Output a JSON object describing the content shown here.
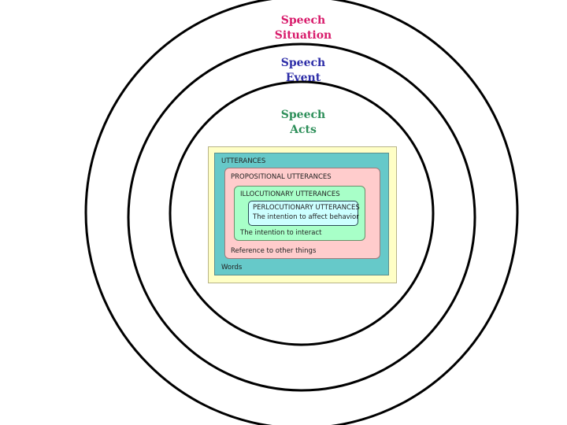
{
  "diagram": {
    "colors": {
      "ring_stroke": "#000000",
      "situation": "#d81b6b",
      "event": "#2e2ea8",
      "acts": "#2e8f5a",
      "outer_box": "#ffffc6",
      "utterances": "#66c9c9",
      "propositional": "#ffcccc",
      "illocutionary": "#a8ffc8",
      "perlocutionary": "#ccffff"
    },
    "rings": [
      {
        "name": "situation",
        "title_line1": "Speech",
        "title_line2": "Situation"
      },
      {
        "name": "event",
        "title_line1": "Speech",
        "title_line2": "Event"
      },
      {
        "name": "acts",
        "title_line1": "Speech",
        "title_line2": "Acts"
      }
    ],
    "boxes": {
      "utterances": {
        "header": "UTTERANCES",
        "footer": "Words"
      },
      "propositional": {
        "header": "PROPOSITIONAL UTTERANCES",
        "footer": "Reference to other things"
      },
      "illocutionary": {
        "header": "ILLOCUTIONARY UTTERANCES",
        "footer": "The intention to interact"
      },
      "perlocutionary": {
        "header": "PERLOCUTIONARY UTTERANCES",
        "footer": "The intention to affect behavior"
      }
    }
  }
}
